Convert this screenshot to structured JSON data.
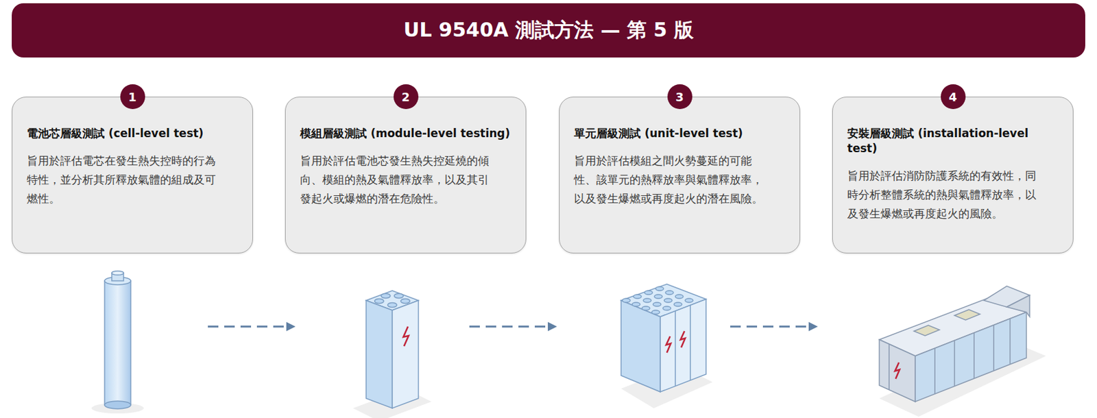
{
  "diagram": {
    "title": "UL 9540A 測試方法 — 第 5 版",
    "nodes": [
      {
        "text": [
          "1"
        ]
      },
      {
        "text": [
          "電池芯層級測試 (cell-level test)",
          "旨用於評估電芯在發生熱失控時的行為特性，並分析其所釋放氣體的組成及可燃性。"
        ]
      },
      {
        "text": [
          "2"
        ]
      },
      {
        "text": [
          "模組層級測試 (module-level testing)",
          "旨用於評估電池芯發生熱失控延燒的傾向、模組的熱及氣體釋放率，以及其引發起火或爆燃的潛在危險性。"
        ]
      },
      {
        "text": [
          "3"
        ]
      },
      {
        "text": [
          "單元層級測試 (unit-level test)",
          "旨用於評估模組之間火勢蔓延的可能性、該單元的熱釋放率與氣體釋放率，以及發生爆燃或再度起火的潛在風險。"
        ]
      },
      {
        "text": [
          "4"
        ]
      },
      {
        "text": [
          "安裝層級測試 (installation-level test)",
          "旨用於評估消防防護系統的有效性，同時分析整體系統的熱與氣體釋放率，以及發生爆燃或再度起火的風險。"
        ]
      }
    ]
  }
}
